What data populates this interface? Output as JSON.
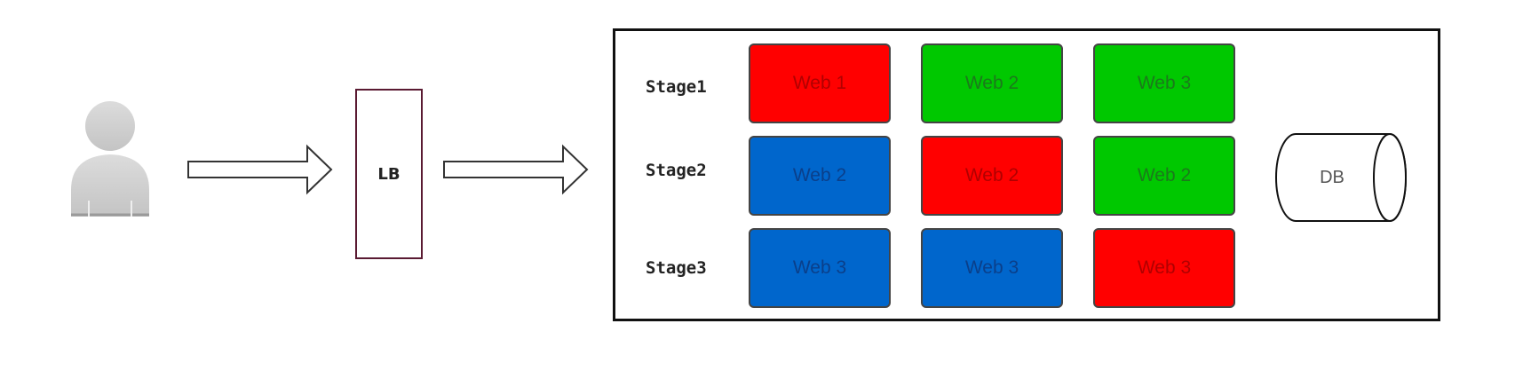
{
  "load_balancer": {
    "label": "LB"
  },
  "stages": [
    {
      "label": "Stage1",
      "cells": [
        {
          "label": "Web 1",
          "color": "#ff0000",
          "text_color": "#b00000"
        },
        {
          "label": "Web 2",
          "color": "#00c800",
          "text_color": "#1b7a1b"
        },
        {
          "label": "Web 3",
          "color": "#00c800",
          "text_color": "#1b7a1b"
        }
      ]
    },
    {
      "label": "Stage2",
      "cells": [
        {
          "label": "Web 2",
          "color": "#0066cc",
          "text_color": "#0a3f8a"
        },
        {
          "label": "Web 2",
          "color": "#ff0000",
          "text_color": "#b00000"
        },
        {
          "label": "Web 2",
          "color": "#00c800",
          "text_color": "#1b7a1b"
        }
      ]
    },
    {
      "label": "Stage3",
      "cells": [
        {
          "label": "Web 3",
          "color": "#0066cc",
          "text_color": "#0a3f8a"
        },
        {
          "label": "Web 3",
          "color": "#0066cc",
          "text_color": "#0a3f8a"
        },
        {
          "label": "Web 3",
          "color": "#ff0000",
          "text_color": "#b00000"
        }
      ]
    }
  ],
  "database": {
    "label": "DB"
  },
  "icons": [
    "user-icon",
    "right-arrow-icon",
    "database-icon"
  ]
}
